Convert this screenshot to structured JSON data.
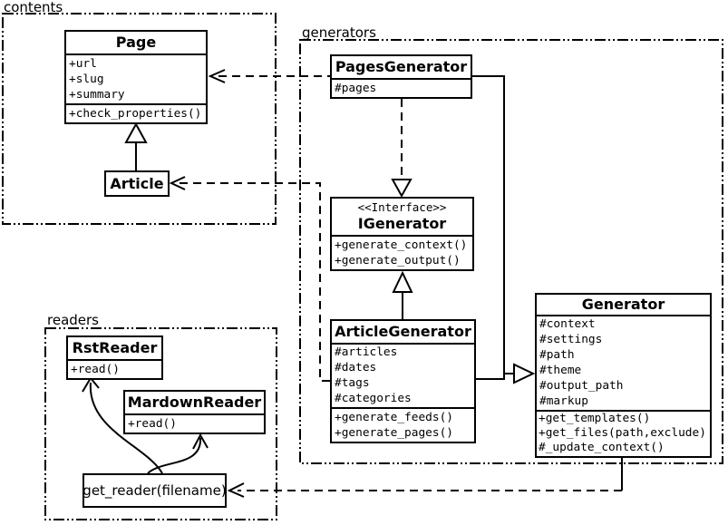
{
  "diagram": {
    "type": "uml-class-diagram",
    "background_color": "#ffffff",
    "stroke_color": "#000000",
    "packages": {
      "contents": {
        "label": "contents"
      },
      "generators": {
        "label": "generators"
      },
      "readers": {
        "label": "readers"
      }
    },
    "classes": {
      "page": {
        "title": "Page",
        "attributes": [
          "+url",
          "+slug",
          "+summary"
        ],
        "methods": [
          "+check_properties()"
        ]
      },
      "article": {
        "title": "Article"
      },
      "pages_generator": {
        "title": "PagesGenerator",
        "attributes": [
          "#pages"
        ]
      },
      "igenerator": {
        "stereotype": "<<Interface>>",
        "title": "IGenerator",
        "methods": [
          "+generate_context()",
          "+generate_output()"
        ]
      },
      "article_generator": {
        "title": "ArticleGenerator",
        "attributes": [
          "#articles",
          "#dates",
          "#tags",
          "#categories"
        ],
        "methods": [
          "+generate_feeds()",
          "+generate_pages()"
        ]
      },
      "generator": {
        "title": "Generator",
        "attributes": [
          "#context",
          "#settings",
          "#path",
          "#theme",
          "#output_path",
          "#markup"
        ],
        "methods": [
          "+get_templates()",
          "+get_files(path,exclude)",
          "#_update_context()"
        ]
      },
      "rst_reader": {
        "title": "RstReader",
        "methods": [
          "+read()"
        ]
      },
      "markdown_reader": {
        "title": "MardownReader",
        "methods": [
          "+read()"
        ]
      },
      "get_reader": {
        "label": "get_reader(filename)"
      }
    },
    "relationships": [
      {
        "from": "Article",
        "to": "Page",
        "type": "inheritance-solid-hollow-triangle"
      },
      {
        "from": "PagesGenerator",
        "to": "Page",
        "type": "dependency-dashed-open-arrow"
      },
      {
        "from": "ArticleGenerator",
        "to": "Article",
        "type": "dependency-dashed-open-arrow"
      },
      {
        "from": "PagesGenerator",
        "to": "IGenerator",
        "type": "realization-dashed-hollow-triangle"
      },
      {
        "from": "ArticleGenerator",
        "to": "IGenerator",
        "type": "inheritance-solid-hollow-triangle"
      },
      {
        "from": "PagesGenerator",
        "to": "Generator",
        "type": "inheritance-solid-hollow-triangle"
      },
      {
        "from": "ArticleGenerator",
        "to": "Generator",
        "type": "inheritance-solid-hollow-triangle"
      },
      {
        "from": "Generator",
        "to": "get_reader(filename)",
        "type": "dependency-dashed-open-arrow"
      },
      {
        "from": "get_reader(filename)",
        "to": "RstReader",
        "type": "curved-open-arrow"
      },
      {
        "from": "get_reader(filename)",
        "to": "MardownReader",
        "type": "curved-open-arrow"
      }
    ]
  }
}
